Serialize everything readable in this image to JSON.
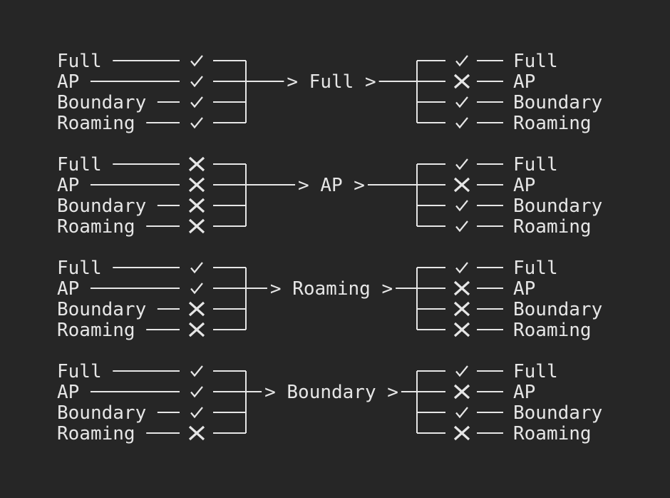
{
  "colors": {
    "background": "#262626",
    "foreground": "#e6e6e6"
  },
  "diagram": {
    "groups": [
      {
        "transition": "Full",
        "arrow_text": "> Full >",
        "inputs": [
          {
            "label": "Full",
            "mark": "✓"
          },
          {
            "label": "AP",
            "mark": "✓"
          },
          {
            "label": "Boundary",
            "mark": "✓"
          },
          {
            "label": "Roaming",
            "mark": "✓"
          }
        ],
        "outputs": [
          {
            "label": "Full",
            "mark": "✓"
          },
          {
            "label": "AP",
            "mark": "✕"
          },
          {
            "label": "Boundary",
            "mark": "✓"
          },
          {
            "label": "Roaming",
            "mark": "✓"
          }
        ]
      },
      {
        "transition": "AP",
        "arrow_text": "> AP >",
        "inputs": [
          {
            "label": "Full",
            "mark": "✕"
          },
          {
            "label": "AP",
            "mark": "✕"
          },
          {
            "label": "Boundary",
            "mark": "✕"
          },
          {
            "label": "Roaming",
            "mark": "✕"
          }
        ],
        "outputs": [
          {
            "label": "Full",
            "mark": "✓"
          },
          {
            "label": "AP",
            "mark": "✕"
          },
          {
            "label": "Boundary",
            "mark": "✓"
          },
          {
            "label": "Roaming",
            "mark": "✓"
          }
        ]
      },
      {
        "transition": "Roaming",
        "arrow_text": "> Roaming >",
        "inputs": [
          {
            "label": "Full",
            "mark": "✓"
          },
          {
            "label": "AP",
            "mark": "✓"
          },
          {
            "label": "Boundary",
            "mark": "✕"
          },
          {
            "label": "Roaming",
            "mark": "✕"
          }
        ],
        "outputs": [
          {
            "label": "Full",
            "mark": "✓"
          },
          {
            "label": "AP",
            "mark": "✕"
          },
          {
            "label": "Boundary",
            "mark": "✕"
          },
          {
            "label": "Roaming",
            "mark": "✕"
          }
        ]
      },
      {
        "transition": "Boundary",
        "arrow_text": "> Boundary >",
        "inputs": [
          {
            "label": "Full",
            "mark": "✓"
          },
          {
            "label": "AP",
            "mark": "✓"
          },
          {
            "label": "Boundary",
            "mark": "✓"
          },
          {
            "label": "Roaming",
            "mark": "✕"
          }
        ],
        "outputs": [
          {
            "label": "Full",
            "mark": "✓"
          },
          {
            "label": "AP",
            "mark": "✕"
          },
          {
            "label": "Boundary",
            "mark": "✓"
          },
          {
            "label": "Roaming",
            "mark": "✕"
          }
        ]
      }
    ]
  }
}
